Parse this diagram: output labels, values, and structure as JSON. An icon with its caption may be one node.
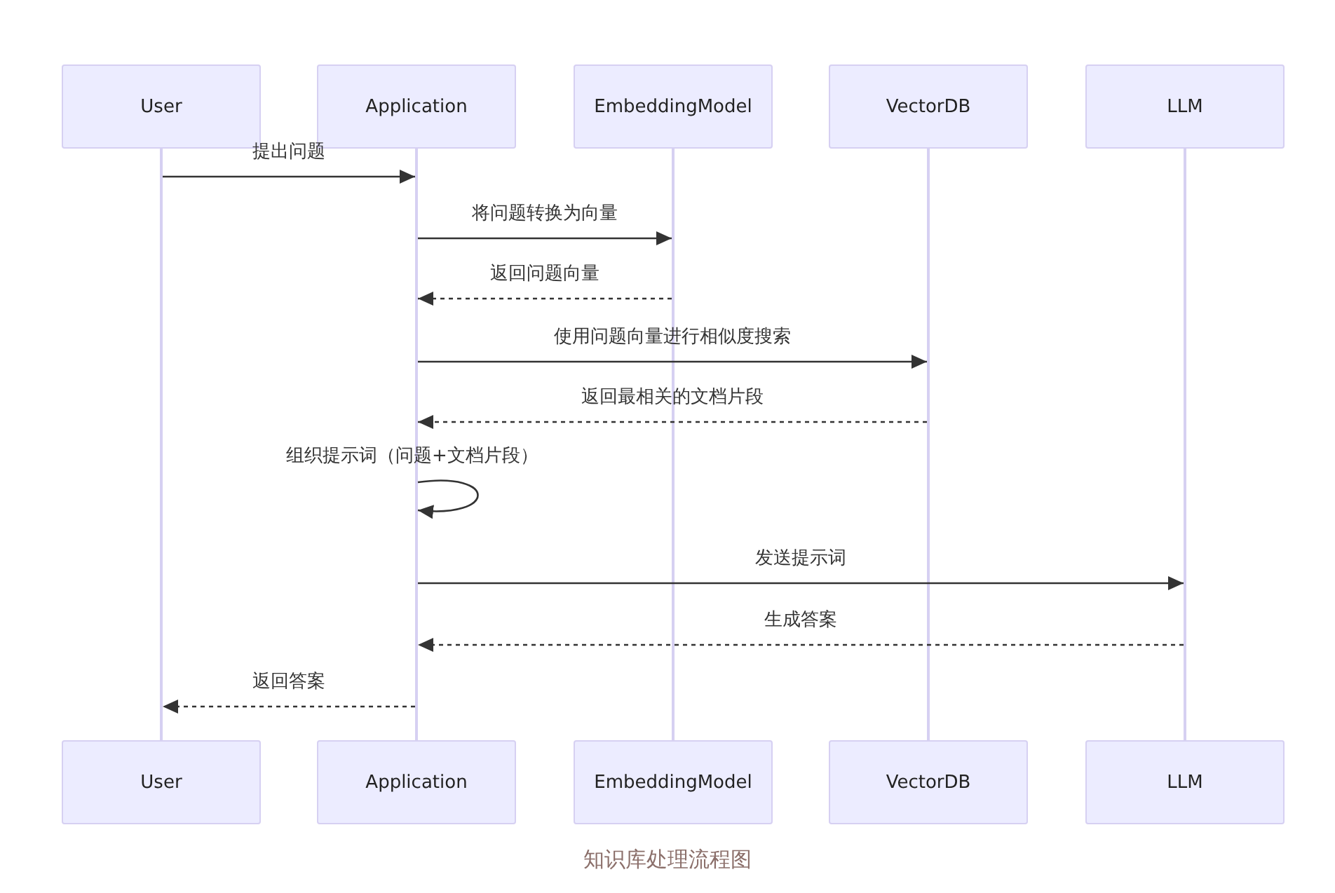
{
  "diagram": {
    "caption": "知识库处理流程图",
    "nodes": [
      {
        "text": [
          "User"
        ]
      },
      {
        "text": [
          "Application"
        ]
      },
      {
        "text": [
          "EmbeddingModel"
        ]
      },
      {
        "text": [
          "VectorDB"
        ]
      },
      {
        "text": [
          "LLM"
        ]
      },
      {
        "text": [
          "User"
        ]
      },
      {
        "text": [
          "Application"
        ]
      },
      {
        "text": [
          "EmbeddingModel"
        ]
      },
      {
        "text": [
          "VectorDB"
        ]
      },
      {
        "text": [
          "LLM"
        ]
      },
      {
        "text": [],
        "shape": "bar"
      },
      {
        "text": [],
        "shape": "bar"
      },
      {
        "text": [],
        "shape": "bar"
      },
      {
        "text": [],
        "shape": "bar"
      },
      {
        "text": [],
        "shape": "bar"
      }
    ],
    "edges": [
      {
        "from": 10,
        "to": 11,
        "arrow": "to",
        "label": "提出问题"
      },
      {
        "from": 11,
        "to": 12,
        "arrow": "to",
        "label": "将问题转换为向量"
      },
      {
        "from": 12,
        "to": 11,
        "arrow": "to",
        "label": "返回问题向量",
        "style": "dashed"
      },
      {
        "from": 11,
        "to": 13,
        "arrow": "to",
        "label": "使用问题向量进行相似度搜索"
      },
      {
        "from": 13,
        "to": 11,
        "arrow": "to",
        "label": "返回最相关的文档片段",
        "style": "dashed"
      },
      {
        "from": 11,
        "to": 11,
        "arrow": "to",
        "label": "组织提示词（问题+文档片段）"
      },
      {
        "from": 11,
        "to": 14,
        "arrow": "to",
        "label": "发送提示词"
      },
      {
        "from": 14,
        "to": 11,
        "arrow": "to",
        "label": "生成答案",
        "style": "dashed"
      },
      {
        "from": 11,
        "to": 10,
        "arrow": "to",
        "label": "返回答案",
        "style": "dashed"
      }
    ]
  }
}
